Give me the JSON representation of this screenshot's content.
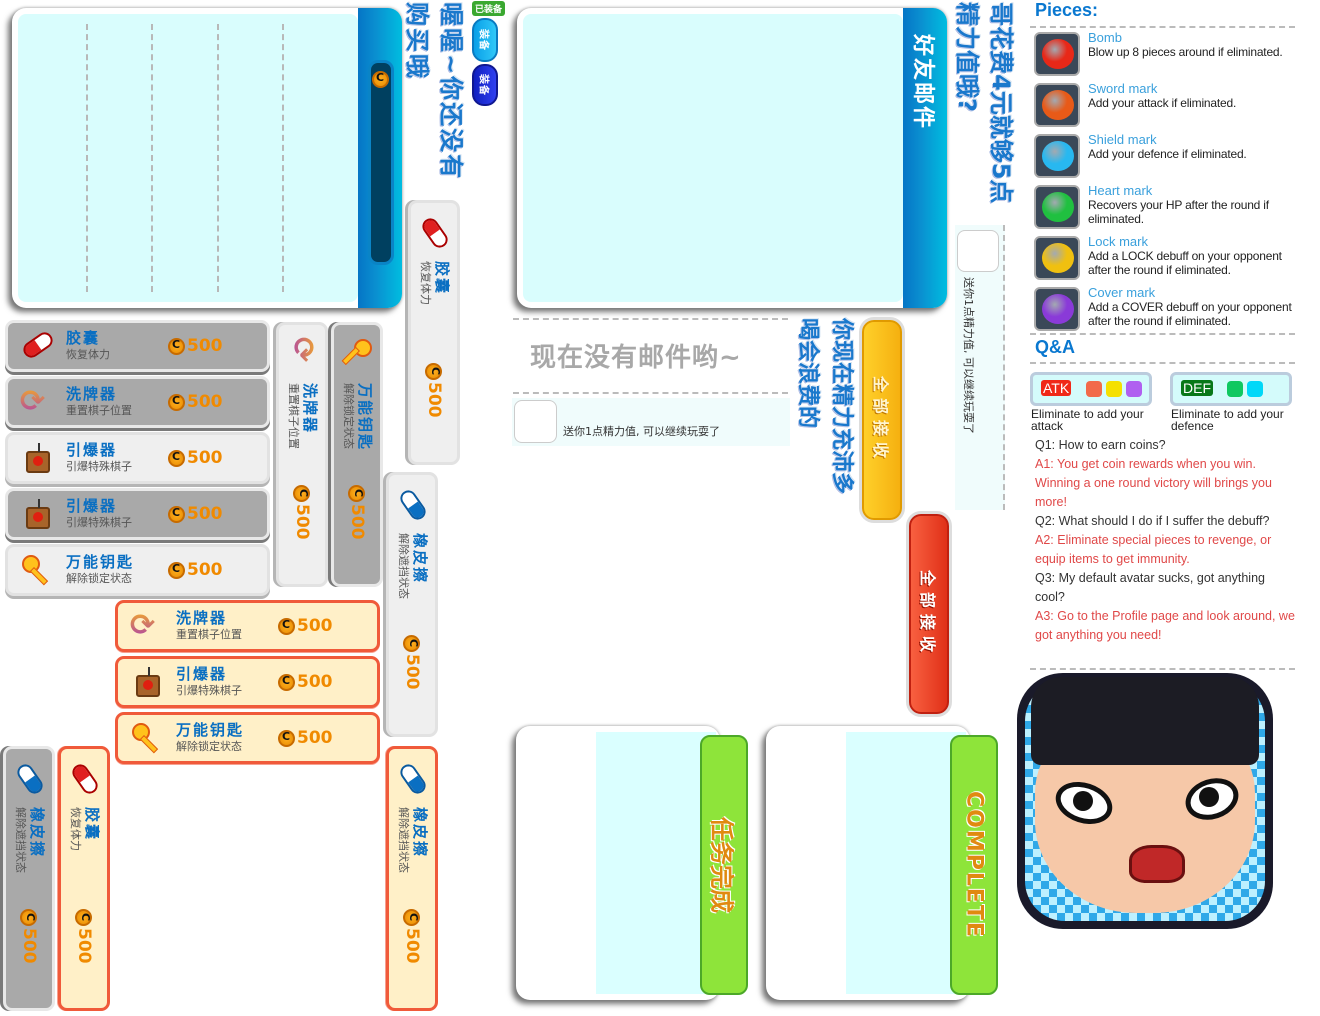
{
  "shop_cards": [
    {
      "name": "胶囊",
      "desc": "恢复体力",
      "price": "500",
      "icon": "capsule-icon",
      "state": "gray"
    },
    {
      "name": "洗牌器",
      "desc": "重置棋子位置",
      "price": "500",
      "icon": "shuffle-icon",
      "state": "gray"
    },
    {
      "name": "引爆器",
      "desc": "引爆特殊棋子",
      "price": "500",
      "icon": "detonator-icon",
      "state": "light"
    },
    {
      "name": "引爆器",
      "desc": "引爆特殊棋子",
      "price": "500",
      "icon": "detonator-icon",
      "state": "gray"
    },
    {
      "name": "万能钥匙",
      "desc": "解除锁定状态",
      "price": "500",
      "icon": "key-icon",
      "state": "light"
    },
    {
      "name": "洗牌器",
      "desc": "重置棋子位置",
      "price": "500",
      "icon": "shuffle-icon",
      "state": "selected"
    },
    {
      "name": "引爆器",
      "desc": "引爆特殊棋子",
      "price": "500",
      "icon": "detonator-icon",
      "state": "selected"
    },
    {
      "name": "万能钥匙",
      "desc": "解除锁定状态",
      "price": "500",
      "icon": "key-icon",
      "state": "selected"
    },
    {
      "name": "洗牌器",
      "desc": "重置棋子位置",
      "price": "500",
      "icon": "shuffle-icon",
      "state": "light"
    },
    {
      "name": "万能钥匙",
      "desc": "解除锁定状态",
      "price": "500",
      "icon": "key-icon",
      "state": "gray"
    },
    {
      "name": "胶囊",
      "desc": "恢复体力",
      "price": "500",
      "icon": "capsule-icon",
      "state": "light"
    },
    {
      "name": "橡皮擦",
      "desc": "解除遮挡状态",
      "price": "500",
      "icon": "eraser-icon",
      "state": "light"
    },
    {
      "name": "橡皮擦",
      "desc": "解除遮挡状态",
      "price": "500",
      "icon": "eraser-icon",
      "state": "gray"
    },
    {
      "name": "胶囊",
      "desc": "恢复体力",
      "price": "500",
      "icon": "capsule-icon",
      "state": "selected"
    },
    {
      "name": "橡皮擦",
      "desc": "解除遮挡状态",
      "price": "500",
      "icon": "eraser-icon",
      "state": "selected"
    }
  ],
  "equip": {
    "equipped_tag": "已装备",
    "equip_button_1": "装备",
    "equip_button_2": "装备"
  },
  "messages": {
    "not_bought": "喔喔~你还没有购买哦",
    "buy_energy": "哥花费4元就够5点精力值哦?",
    "full_energy": "你现在精力充沛多喝会浪费的",
    "no_mail": "现在没有邮件哟~"
  },
  "mail": {
    "title": "好友邮件",
    "row_text": "送你1点精力值, 可以继续玩耍了",
    "receive_all_yellow": "全部接收",
    "receive_all_red": "全部接收"
  },
  "missions": {
    "complete_cn": "任务完成",
    "complete_en": "COMPLETE"
  },
  "help": {
    "pieces_title": "Pieces:",
    "pieces": [
      {
        "name": "Bomb",
        "desc": "Blow up 8 pieces around if eliminated.",
        "color": "#e82818"
      },
      {
        "name": "Sword mark",
        "desc": "Add your attack if eliminated.",
        "color": "#e85a18"
      },
      {
        "name": "Shield mark",
        "desc": "Add your defence if eliminated.",
        "color": "#28b8f0"
      },
      {
        "name": "Heart mark",
        "desc": "Recovers your HP after the round if eliminated.",
        "color": "#20c040"
      },
      {
        "name": "Lock mark",
        "desc": "Add a LOCK debuff on your opponent after the round if eliminated.",
        "color": "#f0c010"
      },
      {
        "name": "Cover mark",
        "desc": "Add a COVER debuff on your opponent after the round if eliminated.",
        "color": "#8a3ad8"
      }
    ],
    "qa_title": "Q&A",
    "atk": {
      "label": "ATK",
      "desc": "Eliminate to add your attack",
      "colors": [
        "#f26a4a",
        "#f5e000",
        "#b060f0"
      ]
    },
    "def": {
      "label": "DEF",
      "desc": "Eliminate to add your defence",
      "colors": [
        "#10c860",
        "#00d8f8"
      ]
    },
    "qa": [
      {
        "q": "Q1: How to earn coins?",
        "a": "A1: You get coin rewards when you win. Winning a one round victory will brings you more!"
      },
      {
        "q": "Q2: What should I do if I suffer the debuff?",
        "a": "A2: Eliminate special pieces to revenge, or equip items to get immunity."
      },
      {
        "q": "Q3: My default avatar sucks, got anything cool?",
        "a": "A3: Go to the Profile page and look around, we got anything you need!"
      }
    ]
  }
}
